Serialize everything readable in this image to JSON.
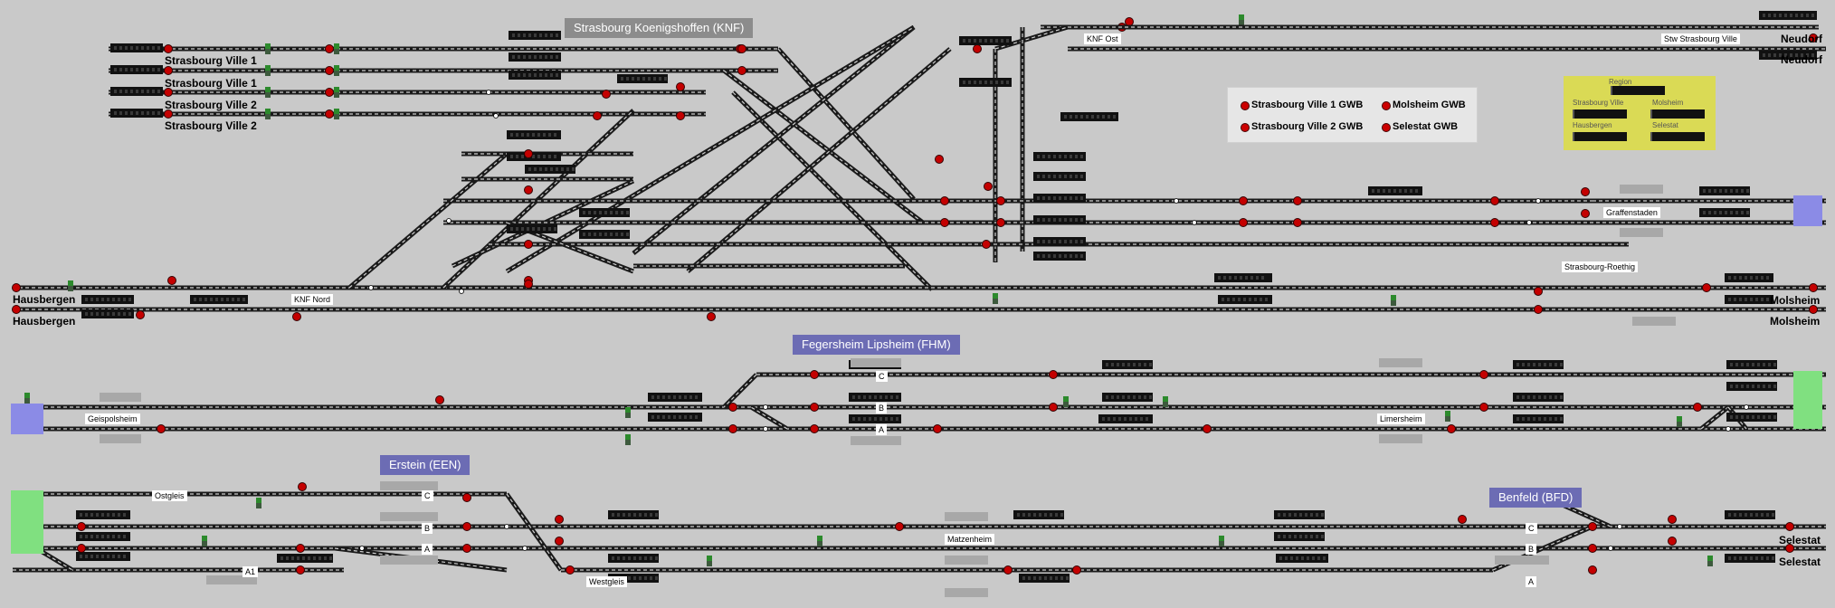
{
  "stations": {
    "knf": "Strasbourg Koenigshoffen (KNF)",
    "fhm": "Fegersheim Lipsheim (FHM)",
    "een": "Erstein (EEN)",
    "bfd": "Benfeld (BFD)"
  },
  "left_labels": [
    "Strasbourg Ville 1",
    "Strasbourg Ville 1",
    "Strasbourg Ville 2",
    "Strasbourg Ville 2"
  ],
  "hausbergen": [
    "Hausbergen",
    "Hausbergen"
  ],
  "right_labels": {
    "neudorf1": "Neudorf",
    "neudorf2": "Neudorf",
    "molsheim1": "Molsheim",
    "molsheim2": "Molsheim",
    "selestat1": "Selestat",
    "selestat2": "Selestat"
  },
  "tags": {
    "knf_ost": "KNF Ost",
    "ste_strasbourg_ville": "Stw Strasbourg Ville",
    "knf_nord": "KNF Nord",
    "graffenstaden": "Graffenstaden",
    "strasbourg_roethig": "Strasbourg-Roethig",
    "geispolsheim": "Geispolsheim",
    "limersheim": "Limersheim",
    "ostgleis": "Ostgleis",
    "westgleis": "Westgleis",
    "matzenheim": "Matzenheim"
  },
  "legend": {
    "item1": "Strasbourg Ville 1 GWB",
    "item2": "Molsheim GWB",
    "item3": "Strasbourg Ville 2 GWB",
    "item4": "Selestat GWB"
  },
  "region_box": {
    "title": "Region",
    "l1": "Strasbourg Ville",
    "l2": "Molsheim",
    "l3": "Hausbergen",
    "l4": "Selestat"
  },
  "track_letters": {
    "c1": "C",
    "b1": "B",
    "a1": "A",
    "c2": "C",
    "b2": "B",
    "a2": "A",
    "a1b": "A1",
    "c3": "C",
    "b3": "B",
    "a3": "A"
  },
  "colors": {
    "background": "#c9c9c9",
    "signal_red": "#c40000",
    "signal_green": "#2c8a2c",
    "zone_green": "#80e080",
    "zone_blue": "#8080e0",
    "station_blue": "#6c6cb4",
    "region_yellow": "#dada55"
  }
}
